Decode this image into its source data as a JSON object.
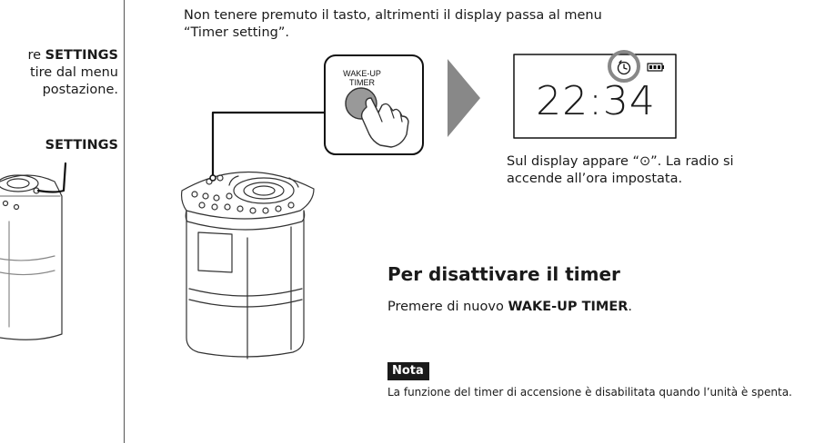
{
  "left_column": {
    "instruction_lines": [
      "re SETTINGS",
      "tire dal menu",
      "postazione."
    ],
    "instruction_bold": "SETTINGS",
    "button_label": "SETTINGS"
  },
  "top_note": "Non tenere premuto il tasto, altrimenti il display passa al menu “Timer setting”.",
  "callout": {
    "button_label_line1": "WAKE-UP",
    "button_label_line2": "TIMER"
  },
  "display": {
    "time": "22:34",
    "alarm_icon": "alarm-clock-icon",
    "battery_icon": "battery-icon",
    "highlight_color": "#888888"
  },
  "display_caption": "Sul display appare “⊙”. La radio si accende all’ora impostata.",
  "section": {
    "heading": "Per disattivare il timer",
    "body_prefix": "Premere di nuovo ",
    "body_bold": "WAKE-UP TIMER",
    "body_suffix": "."
  },
  "note": {
    "label": "Nota",
    "text": "La funzione del timer di accensione è disabilitata quando l’unità è spenta."
  }
}
